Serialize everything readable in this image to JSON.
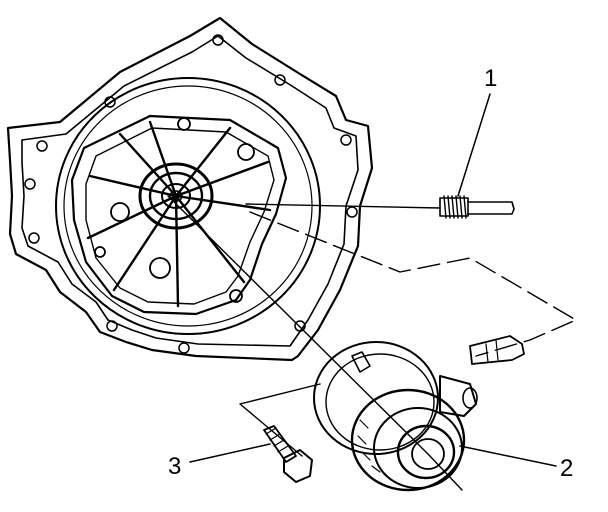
{
  "diagram": {
    "colors": {
      "ink": "#000000",
      "paper": "#ffffff"
    },
    "callouts": [
      {
        "id": "1",
        "label": "1"
      },
      {
        "id": "2",
        "label": "2"
      },
      {
        "id": "3",
        "label": "3"
      }
    ]
  }
}
